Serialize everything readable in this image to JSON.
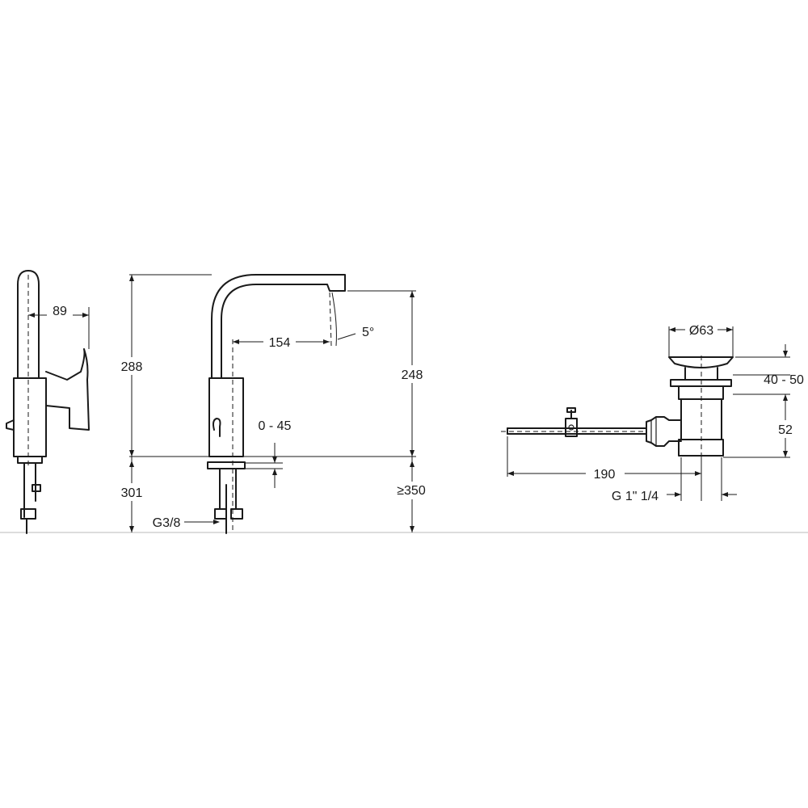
{
  "diagram": {
    "side_view": {
      "dim_handle_offset": "89"
    },
    "front_view": {
      "dim_total_height": "288",
      "dim_spout_reach": "154",
      "dim_spout_angle": "5°",
      "dim_spout_height": "248",
      "dim_deck_thickness": "0 - 45",
      "dim_tail_length": "301",
      "dim_hose_min": "≥350",
      "dim_connection": "G3/8"
    },
    "drain_view": {
      "dim_diameter": "Ø63",
      "dim_plug_range": "40 - 50",
      "dim_body_height": "52",
      "dim_rod_length": "190",
      "dim_thread": "G 1\" 1/4"
    }
  }
}
